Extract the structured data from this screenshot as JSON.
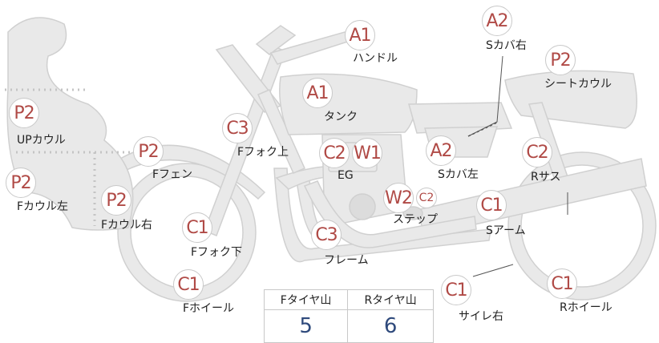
{
  "parts": [
    {
      "id": "handle",
      "code": "A1",
      "label": "ハンドル"
    },
    {
      "id": "s-cover-right",
      "code": "A2",
      "label": "Sカバ右"
    },
    {
      "id": "seat-cowl",
      "code": "P2",
      "label": "シートカウル"
    },
    {
      "id": "up-cowl",
      "code": "P2",
      "label": "UPカウル"
    },
    {
      "id": "tank",
      "code": "A1",
      "label": "タンク"
    },
    {
      "id": "f-fork-upper",
      "code": "C3",
      "label": "Fフォク上"
    },
    {
      "id": "f-fender",
      "code": "P2",
      "label": "Fフェン"
    },
    {
      "id": "f-cowl-left",
      "code": "P2",
      "label": "Fカウル左"
    },
    {
      "id": "f-cowl-right",
      "code": "P2",
      "label": "Fカウル右"
    },
    {
      "id": "engine",
      "code": "C2",
      "code2": "W1",
      "label": "EG"
    },
    {
      "id": "s-cover-left",
      "code": "A2",
      "label": "Sカバ左"
    },
    {
      "id": "r-suspension",
      "code": "C2",
      "label": "Rサス"
    },
    {
      "id": "step",
      "code": "W2",
      "code2": "C2",
      "label": "ステップ"
    },
    {
      "id": "s-arm",
      "code": "C1",
      "label": "Sアーム"
    },
    {
      "id": "f-fork-lower",
      "code": "C1",
      "label": "Fフォク下"
    },
    {
      "id": "frame",
      "code": "C3",
      "label": "フレーム"
    },
    {
      "id": "f-wheel",
      "code": "C1",
      "label": "Fホイール"
    },
    {
      "id": "silencer-right",
      "code": "C1",
      "label": "サイレ右"
    },
    {
      "id": "r-wheel",
      "code": "C1",
      "label": "Rホイール"
    }
  ],
  "tread_table": {
    "front_header": "Fタイヤ山",
    "rear_header": "Rタイヤ山",
    "front_value": "5",
    "rear_value": "6"
  },
  "colors": {
    "badge_text": "#b04a46",
    "part_fill": "#e9e9e9",
    "part_stroke": "#cfcfcf",
    "value_text": "#2f4a7c"
  }
}
